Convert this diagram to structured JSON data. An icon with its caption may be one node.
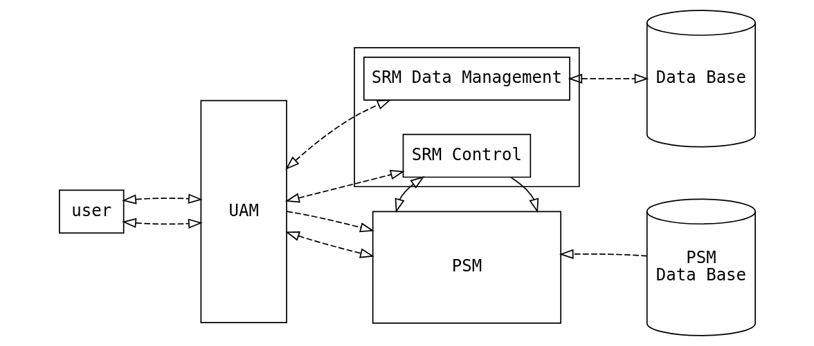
{
  "diagram": {
    "nodes": [
      {
        "text": [
          "user"
        ]
      },
      {
        "text": [
          "UAM"
        ]
      },
      {
        "text": [],
        "shape": "box"
      },
      {
        "text": [
          "SRM Data Management"
        ],
        "in": 2
      },
      {
        "text": [
          "SRM Control"
        ],
        "in": 2
      },
      {
        "text": [
          "Data Base"
        ]
      },
      {
        "text": [
          "PSM"
        ]
      },
      {
        "text": [
          "PSM",
          "Data Base"
        ]
      }
    ],
    "edges": [
      {
        "from": 0,
        "to": 1,
        "arrow": "both",
        "style": "dashed"
      },
      {
        "from": 0,
        "to": 1,
        "arrow": "both",
        "style": "dashed"
      },
      {
        "from": 1,
        "to": 3,
        "arrow": "both",
        "style": "dashed"
      },
      {
        "from": 1,
        "to": 4,
        "arrow": "both",
        "style": "dashed"
      },
      {
        "from": 3,
        "to": 5,
        "arrow": "both",
        "style": "dashed"
      },
      {
        "from": 4,
        "to": 6,
        "arrow": "to"
      },
      {
        "from": 4,
        "to": 6,
        "arrow": "both"
      },
      {
        "from": 1,
        "to": 6,
        "arrow": "both",
        "style": "dashed"
      },
      {
        "from": 1,
        "to": 6,
        "arrow": "to",
        "style": "dashed"
      },
      {
        "from": 7,
        "to": 6,
        "arrow": "to",
        "style": "dashed"
      }
    ]
  }
}
